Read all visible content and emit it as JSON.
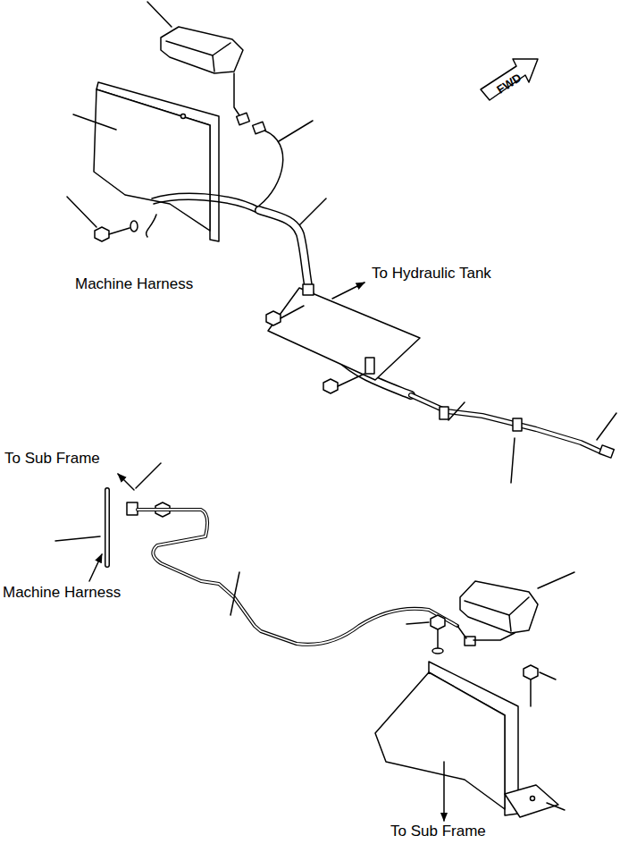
{
  "diagram": {
    "nodes": [
      {
        "text": [
          "FWD"
        ]
      }
    ],
    "labels": [
      "Machine Harness",
      "To Hydraulic Tank",
      "To Sub Frame",
      "Machine Harness",
      "To Sub Frame"
    ]
  }
}
